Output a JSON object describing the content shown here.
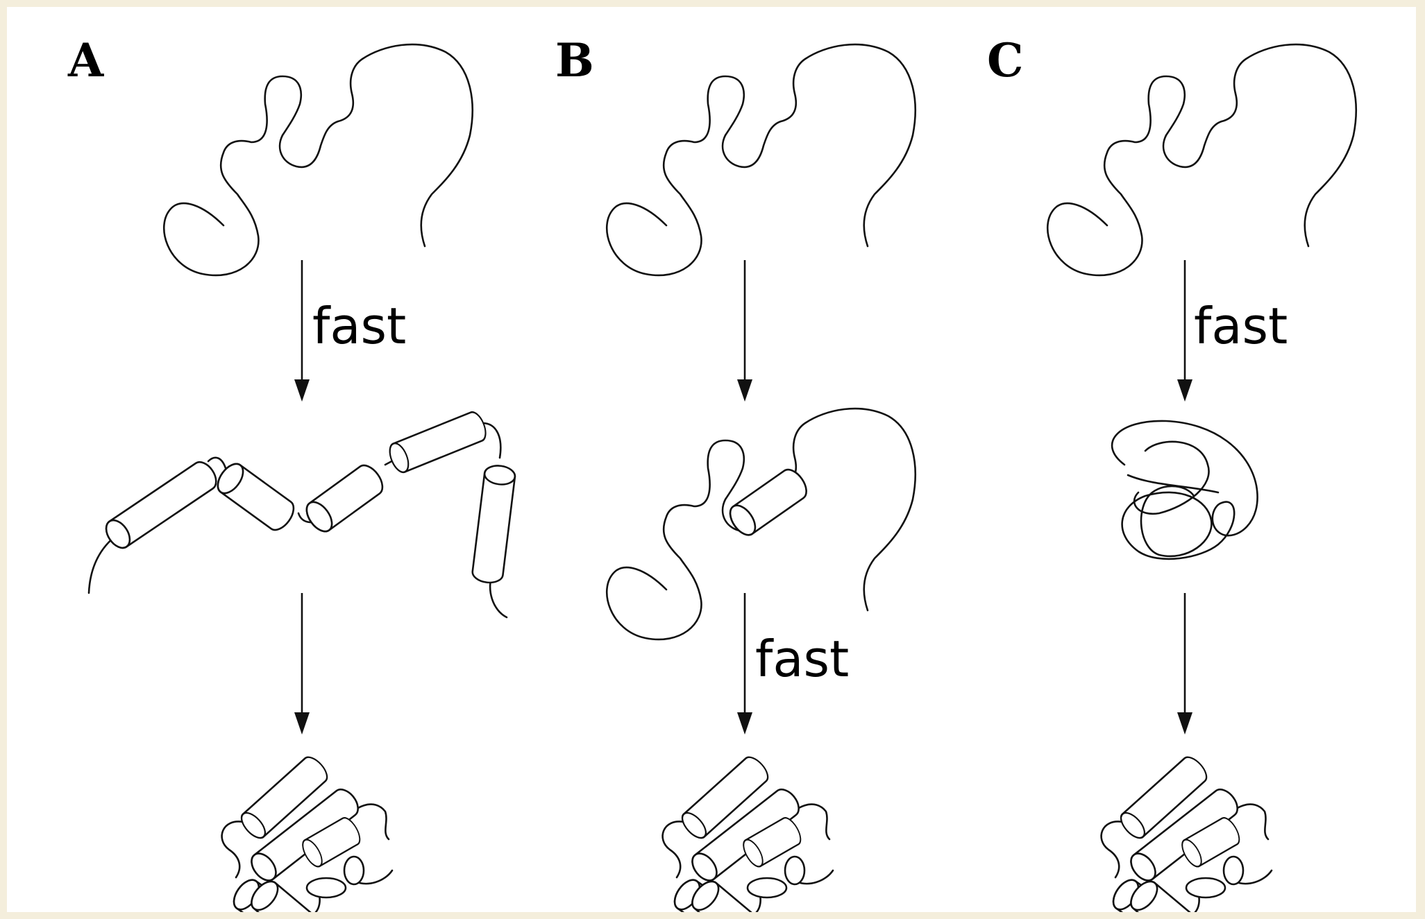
{
  "panels": [
    {
      "letter": "A",
      "step1_label": "fast",
      "step2_label": ""
    },
    {
      "letter": "B",
      "step1_label": "",
      "step2_label": "fast"
    },
    {
      "letter": "C",
      "step1_label": "fast",
      "step2_label": ""
    }
  ],
  "colors": {
    "background": "#f4eedc",
    "figure": "#ffffff",
    "ink": "#111111"
  }
}
